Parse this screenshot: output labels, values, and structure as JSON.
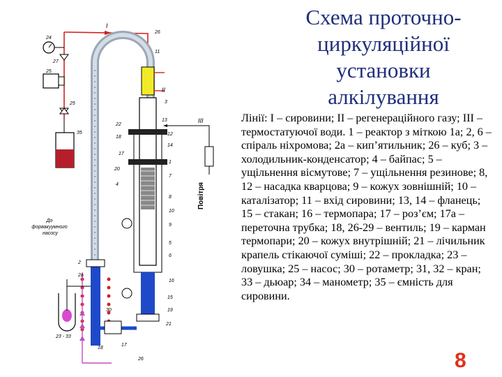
{
  "title": "Схема проточно-циркуляційної установки алкілування",
  "legend": "Лінії: I – сировини; II – регенераційного газу; III – термостатуючої води. 1 – реактор з міткою 1а; 2, 6 – спіраль ніхромова; 2а – кип’ятильник; 26 – куб; 3 – холодильник-конденсатор; 4 – байпас; 5 – ущільнення вісмутове; 7 – ущільнення резинове; 8, 12 – насадка кварцова; 9 – кожух зовнішній; 10 – каталізатор; 11 – вхід сировини; 13, 14 – фланець; 15 – стакан; 16 – термопара; 17 – роз’єм; 17а – переточна трубка; 18, 26-29 – вентиль; 19 – карман термопари; 20 – кожух внутрішній; 21 – лічильник крапель стікаючої суміші; 22 – прокладка; 23 – ловушка; 25 – насос; 30 – ротаметр; 31, 32 – кран; 33 – дьюар; 34 – манометр; 35 – ємність для сировини.",
  "page_number": "8",
  "diagram": {
    "air_label": "Повітря",
    "pump_label_lines": [
      "До",
      "форвакуумного",
      "насосу"
    ],
    "line_labels": [
      "I",
      "II",
      "III"
    ],
    "numbers": {
      "n1": "1",
      "n2": "2",
      "n2a": "2а",
      "n3": "3",
      "n4": "4",
      "n5": "5",
      "n6": "6",
      "n7": "7",
      "n8": "8",
      "n9": "9",
      "n10": "10",
      "n11": "11",
      "n12": "12",
      "n13": "13",
      "n14": "14",
      "n15": "15",
      "n16": "16",
      "n17": "17",
      "n18": "18",
      "n19": "19",
      "n20": "20",
      "n21": "21",
      "n22": "22",
      "n24": "24",
      "n25": "25",
      "n26": "26",
      "n27": "27",
      "n30": "30",
      "n35": "35",
      "n2333": "23 - 33"
    }
  }
}
